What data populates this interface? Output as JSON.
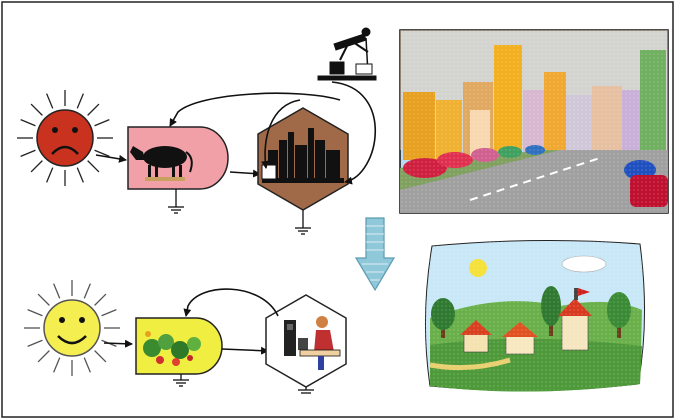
{
  "figure": {
    "top_row": {
      "sun_mood": "sad",
      "sun_color": "#c8321e",
      "input_node_color": "#f2a0a8",
      "input_node_icon": "cow-icon",
      "output_node_color": "#a06a48",
      "output_node_icon": "factory-skyline-icon",
      "source_icon": "oil-pump-icon",
      "scene": "dense-city-traffic"
    },
    "transition_arrow": {
      "color": "#8fc8d8",
      "direction": "down"
    },
    "bottom_row": {
      "sun_mood": "happy",
      "sun_color": "#f4ee50",
      "input_node_color": "#f0ee40",
      "input_node_icon": "vegetables-icon",
      "output_node_color": "#ffffff",
      "output_node_icon": "person-at-computer-icon",
      "scene": "green-village"
    }
  }
}
